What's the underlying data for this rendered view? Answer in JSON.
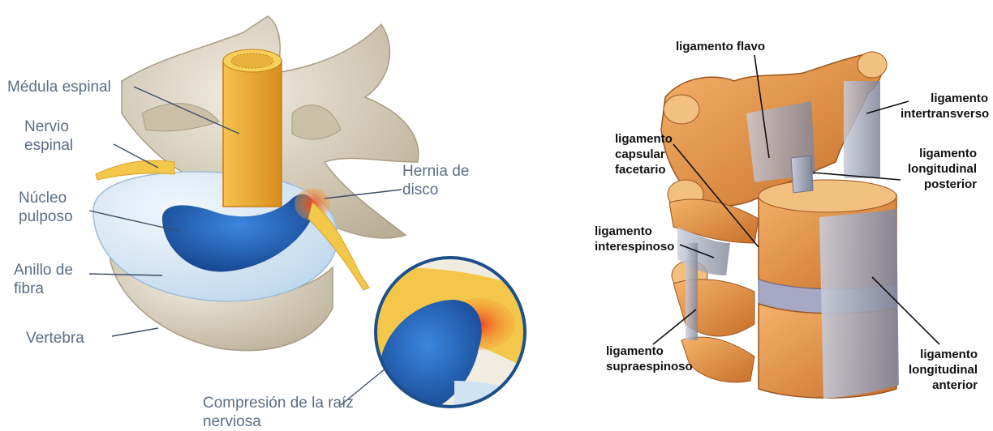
{
  "left_diagram": {
    "labels": {
      "medula_espinal": "Médula espinal",
      "nervio_espinal": "Nervio\nespinal",
      "nucleo_pulposo": "Núcleo\npulposo",
      "anillo_de_fibra": "Anillo de\nfibra",
      "vertebra": "Vertebra",
      "hernia_de_disco": "Hernia de\ndisco",
      "compresion": "Compresión de la raíz\nnerviosa"
    }
  },
  "right_diagram": {
    "labels": {
      "ligamento_flavo": "ligamento flavo",
      "ligamento_intertransverso": "ligamento\nintertransverso",
      "ligamento_capsular_facetario": "ligamento\ncapsular\nfacetario",
      "ligamento_longitudinal_posterior": "ligamento\nlongitudinal\nposterior",
      "ligamento_interespinoso": "ligamento\ninterespinoso",
      "ligamento_supraespinoso": "ligamento\nsupraespinoso",
      "ligamento_longitudinal_anterior": "ligamento\nlongitudinal\nanterior"
    }
  },
  "colors": {
    "bone": "#d8cfbc",
    "spinal_cord": "#e8a830",
    "nucleus": "#1e5fb4",
    "annulus": "#cfe3f2",
    "herniation": "#e05a2a",
    "vertebra_orange": "#e79a4a",
    "ligament_gray": "#9ea3b6",
    "left_label_text": "#5a6e85",
    "right_label_text": "#111111"
  }
}
